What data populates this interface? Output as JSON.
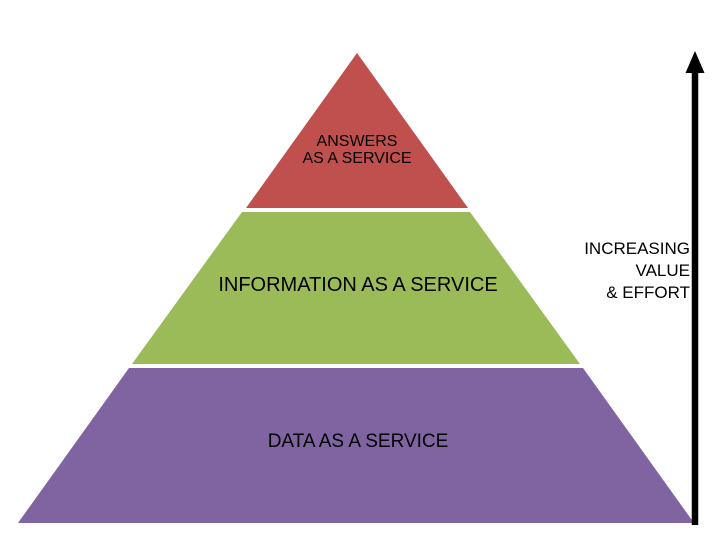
{
  "background": "#FFFFFF",
  "text_color": "#000000",
  "pyramid": {
    "layers": [
      {
        "name": "answers",
        "label": "ANSWERS\nAS A SERVICE",
        "color": "#C0504D"
      },
      {
        "name": "information",
        "label": "INFORMATION AS A SERVICE",
        "color": "#9BBB59"
      },
      {
        "name": "data",
        "label": "DATA AS A SERVICE",
        "color": "#8064A2"
      }
    ]
  },
  "arrow": {
    "label": "INCREASING\nVALUE\n& EFFORT",
    "color": "#000000"
  }
}
